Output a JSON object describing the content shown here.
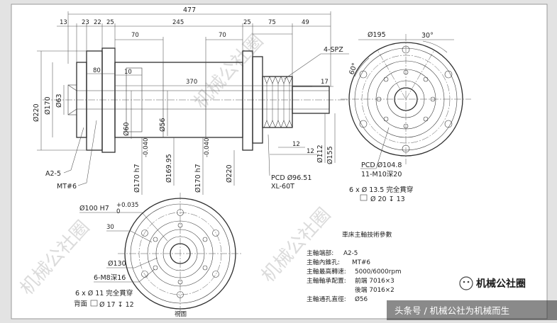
{
  "side_view": {
    "dims_top": [
      "477",
      "13",
      "23",
      "22",
      "25",
      "70",
      "245",
      "70",
      "25",
      "75",
      "49"
    ],
    "dims_inner": [
      "80",
      "10",
      "370",
      "17",
      "12",
      "12"
    ],
    "dia_left": [
      "Ø220",
      "Ø170",
      "Ø63"
    ],
    "dia_inner": [
      "Ø60",
      "Ø56"
    ],
    "dia_bottom": [
      "Ø170 h7",
      "Ø169.95",
      "Ø170 h7",
      "Ø220",
      "Ø112",
      "Ø155"
    ],
    "tol_bottom": [
      "-0.040",
      "-0.040"
    ],
    "labels": {
      "a25": "A2-5",
      "mt6": "MT#6",
      "spz": "4-SPZ",
      "pcd_belt": "PCD Ø96.51",
      "belt": "XL-60T"
    }
  },
  "end_view": {
    "dia": "Ø195",
    "angle_a": "30°",
    "angle_b": "60°",
    "pcd": "PCD Ø104.8",
    "thread": "11-M10深20",
    "holes": "6 x Ø 13.5 完全貫穿",
    "cbore": "Ø 20 ↧ 13"
  },
  "front_view": {
    "bore": "Ø100 H7",
    "bore_tol_top": "+0.035",
    "bore_tol_bot": "0",
    "d130": "Ø130",
    "m8": "6-M8深16",
    "holes": "6 x Ø 11 完全貫穿",
    "back_face": "背面",
    "cbore": "Ø 17 ↧ 12",
    "caption": "視圖",
    "partial_label": "30"
  },
  "spec": {
    "title": "車床主軸技術參數",
    "rows": [
      {
        "label": "主軸端部:",
        "value": "A2-5"
      },
      {
        "label": "主軸內錐孔:",
        "value": "MT#6"
      },
      {
        "label": "主軸最高轉速:",
        "value": "5000/6000rpm"
      },
      {
        "label": "主軸軸承配置:",
        "value": "前端 7016×3"
      },
      {
        "label": "",
        "value": "後端 7016×2"
      },
      {
        "label": "主軸通孔直徑:",
        "value": "Ø56"
      }
    ]
  },
  "watermark": "机械公社圈",
  "brand": "机械公社圈",
  "credit": "头条号 / 机械公社为机械而生"
}
